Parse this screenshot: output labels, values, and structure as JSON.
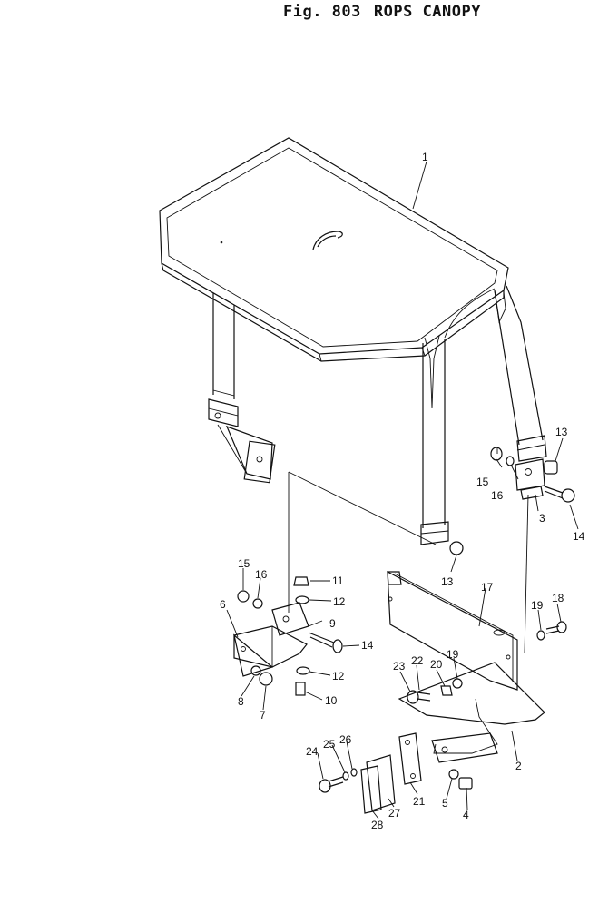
{
  "header": {
    "figure_number": "Fig. 803",
    "title": "ROPS CANOPY"
  },
  "callouts": [
    {
      "id": "c1",
      "number": "1"
    },
    {
      "id": "c2",
      "number": "2"
    },
    {
      "id": "c3",
      "number": "3"
    },
    {
      "id": "c4",
      "number": "4"
    },
    {
      "id": "c5",
      "number": "5"
    },
    {
      "id": "c6",
      "number": "6"
    },
    {
      "id": "c7",
      "number": "7"
    },
    {
      "id": "c8",
      "number": "8"
    },
    {
      "id": "c9",
      "number": "9"
    },
    {
      "id": "c10",
      "number": "10"
    },
    {
      "id": "c11",
      "number": "11"
    },
    {
      "id": "c12a",
      "number": "12"
    },
    {
      "id": "c12b",
      "number": "12"
    },
    {
      "id": "c13a",
      "number": "13"
    },
    {
      "id": "c13b",
      "number": "13"
    },
    {
      "id": "c14a",
      "number": "14"
    },
    {
      "id": "c14b",
      "number": "14"
    },
    {
      "id": "c15a",
      "number": "15"
    },
    {
      "id": "c15b",
      "number": "15"
    },
    {
      "id": "c16a",
      "number": "16"
    },
    {
      "id": "c16b",
      "number": "16"
    },
    {
      "id": "c17",
      "number": "17"
    },
    {
      "id": "c18",
      "number": "18"
    },
    {
      "id": "c19a",
      "number": "19"
    },
    {
      "id": "c19b",
      "number": "19"
    },
    {
      "id": "c20",
      "number": "20"
    },
    {
      "id": "c21",
      "number": "21"
    },
    {
      "id": "c22",
      "number": "22"
    },
    {
      "id": "c23",
      "number": "23"
    },
    {
      "id": "c24",
      "number": "24"
    },
    {
      "id": "c25",
      "number": "25"
    },
    {
      "id": "c26",
      "number": "26"
    },
    {
      "id": "c27",
      "number": "27"
    },
    {
      "id": "c28",
      "number": "28"
    }
  ]
}
